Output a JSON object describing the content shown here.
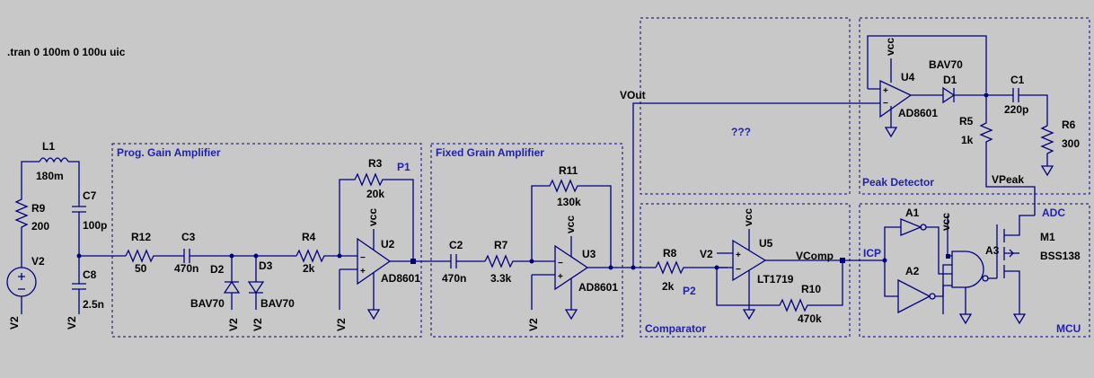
{
  "directive": ".tran 0 100m 0 100u uic",
  "blocks": {
    "pga": "Prog. Gain Amplifier",
    "fixed": "Fixed Grain Amplifier",
    "unknown": "???",
    "peak": "Peak Detector",
    "comparator": "Comparator",
    "adc": "ADC",
    "mcu": "MCU"
  },
  "labels": {
    "p1": "P1",
    "p2": "P2",
    "vout": "VOut",
    "vpeak": "VPeak",
    "vcomp": "VComp",
    "icp": "ICP",
    "v2": "V2",
    "vcc": "vcc"
  },
  "components": {
    "L1": {
      "name": "L1",
      "value": "180m"
    },
    "R9": {
      "name": "R9",
      "value": "200"
    },
    "V2": {
      "name": "V2"
    },
    "C7": {
      "name": "C7",
      "value": "100p"
    },
    "C8": {
      "name": "C8",
      "value": "2.5n"
    },
    "R12": {
      "name": "R12",
      "value": "50"
    },
    "C3": {
      "name": "C3",
      "value": "470n"
    },
    "D2": {
      "name": "D2",
      "value": "BAV70"
    },
    "D3": {
      "name": "D3",
      "value": "BAV70"
    },
    "R4": {
      "name": "R4",
      "value": "2k"
    },
    "R3": {
      "name": "R3",
      "value": "20k"
    },
    "U2": {
      "name": "U2",
      "value": "AD8601"
    },
    "C2": {
      "name": "C2",
      "value": "470n"
    },
    "R7": {
      "name": "R7",
      "value": "3.3k"
    },
    "R11": {
      "name": "R11",
      "value": "130k"
    },
    "U3": {
      "name": "U3",
      "value": "AD8601"
    },
    "R8": {
      "name": "R8",
      "value": "2k"
    },
    "U5": {
      "name": "U5",
      "value": "LT1719"
    },
    "R10": {
      "name": "R10",
      "value": "470k"
    },
    "U4": {
      "name": "U4",
      "value": "AD8601"
    },
    "D1": {
      "name": "D1",
      "value": "BAV70"
    },
    "C1": {
      "name": "C1",
      "value": "220p"
    },
    "R5": {
      "name": "R5",
      "value": "1k"
    },
    "R6": {
      "name": "R6",
      "value": "300"
    },
    "A1": {
      "name": "A1"
    },
    "A2": {
      "name": "A2"
    },
    "A3": {
      "name": "A3"
    },
    "M1": {
      "name": "M1",
      "value": "BSS138"
    }
  }
}
